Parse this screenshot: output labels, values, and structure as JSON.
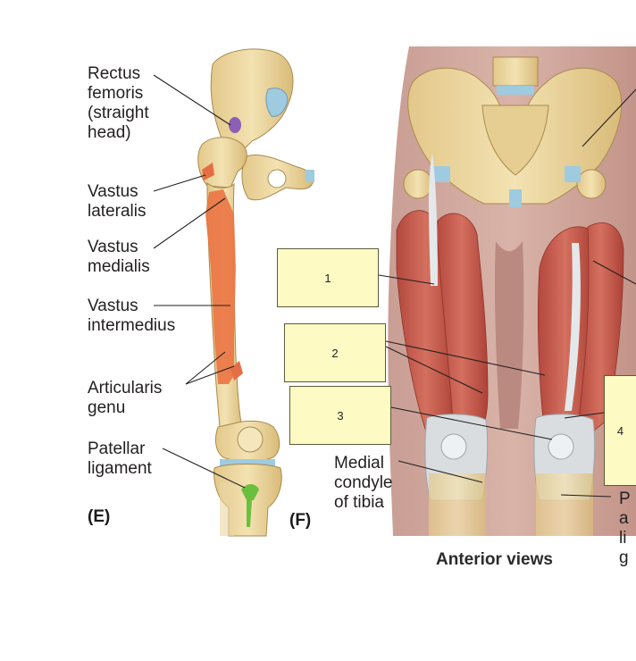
{
  "panel_e": {
    "letter": "(E)",
    "labels": [
      "Rectus femoris (straight head)",
      "Vastus lateralis",
      "Vastus medialis",
      "Vastus intermedius",
      "Articularis genu",
      "Patellar ligament"
    ]
  },
  "panel_f": {
    "letter": "(F)",
    "label_medial": "Medial condyle of tibia",
    "label_right_partial": "Pa lig",
    "boxes": [
      "1",
      "2",
      "3",
      "4"
    ]
  },
  "caption": "Anterior views",
  "colors": {
    "bone": "#e9d49a",
    "muscle": "#c9574a",
    "tendon": "#dde3e6",
    "cartilage": "#9ecbe0",
    "label_box": "#fdfbc3"
  }
}
